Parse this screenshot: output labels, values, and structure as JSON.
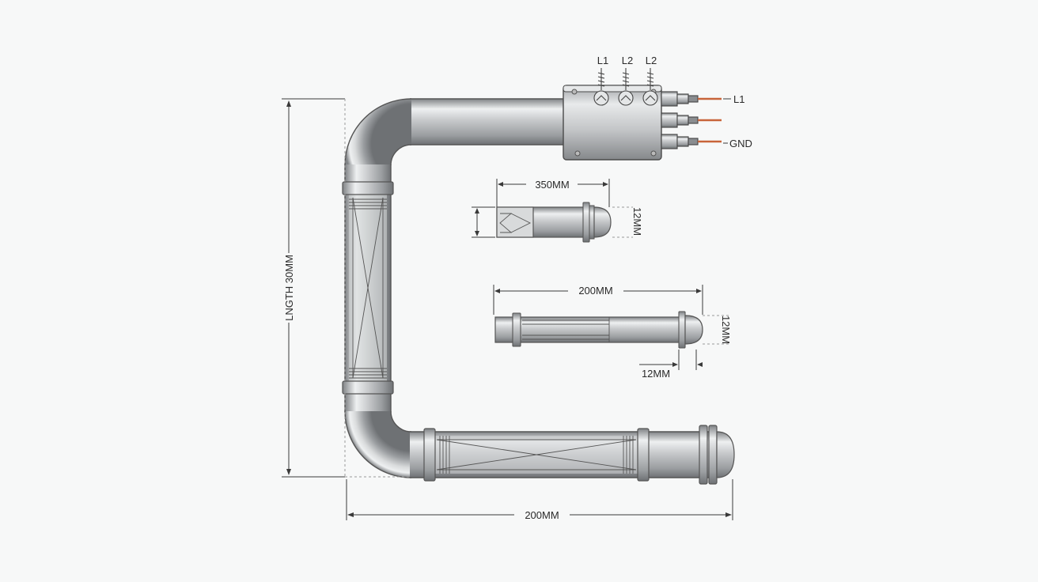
{
  "labels": {
    "terminal_top": [
      "L1",
      "L2",
      "L2"
    ],
    "lead_side": [
      "L1",
      "GND"
    ],
    "dim_length_vertical": "LNGTH 30MM",
    "dim_bottom_width": "200MM",
    "detail_1": {
      "length": "350MM",
      "diameter": "12MM"
    },
    "detail_2": {
      "length": "200MM",
      "diameter": "12MM",
      "tip": "12MM"
    }
  },
  "colors": {
    "background": "#f7f8f8",
    "metal_light": "#f2f2f2",
    "metal_mid": "#c4c6c8",
    "metal_dark": "#7c7f82",
    "line": "#3a3a3a",
    "copper": "#c8643a"
  }
}
